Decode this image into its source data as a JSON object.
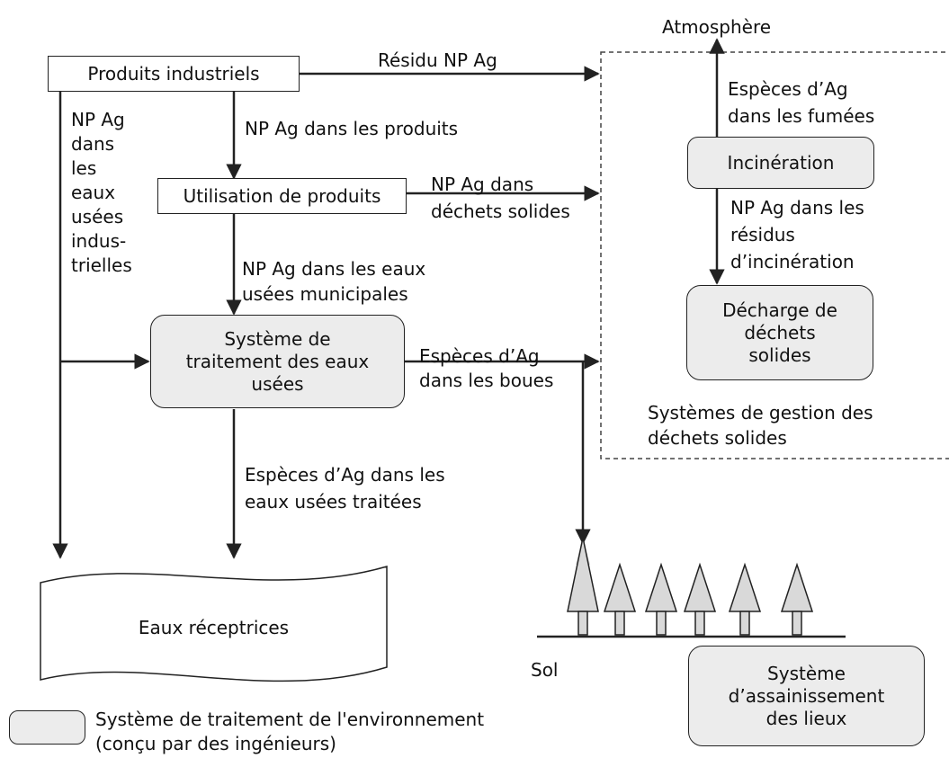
{
  "boxes": {
    "industrial_products": "Produits industriels",
    "product_use": "Utilisation de produits",
    "wastewater_system": "Système de\ntraitement des eaux\nusées",
    "incineration": "Incinération",
    "landfill": "Décharge de\ndéchets\nsolides",
    "remediation": "Système\nd’assainissement\ndes lieux",
    "receiving_waters": "Eaux réceptrices"
  },
  "labels": {
    "atmosphere": "Atmosphère",
    "residue": "Résidu NP Ag",
    "np_in_products": "NP Ag dans les produits",
    "industrial_wastewater": "NP Ag\ndans\nles\neaux\nusées\nindus-\ntrielles",
    "solid_waste": "NP Ag dans\ndéchets solides",
    "municipal_wastewater": "NP Ag dans les eaux\nusées municipales",
    "sludge": "Espèces d’Ag\ndans les boues",
    "treated_wastewater": "Espèces d’Ag dans les\neaux usées traitées",
    "fumes": "Espèces d’Ag\ndans les fumées",
    "incineration_residue": "NP Ag dans les\nrésidus\nd’incinération",
    "solid_waste_mgmt": "Systèmes de gestion des\ndéchets solides",
    "soil": "Sol"
  },
  "legend": {
    "text": "Système de traitement de l'environnement\n(conçu par des ingénieurs)"
  },
  "colors": {
    "engineered_fill": "#ececec",
    "tree_fill": "#d9d9d9",
    "stroke": "#222222"
  }
}
